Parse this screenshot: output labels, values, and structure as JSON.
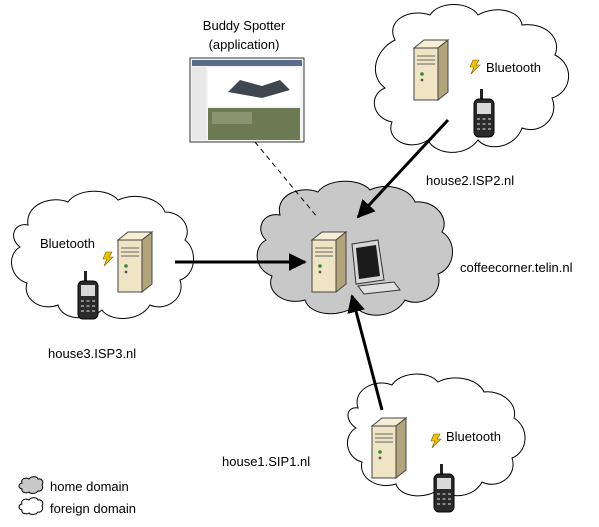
{
  "app": {
    "title": "Buddy Spotter",
    "subtitle": "(application)"
  },
  "nodes": {
    "center": {
      "label": "coffeecorner.telin.nl"
    },
    "house1": {
      "label": "house1.SIP1.nl",
      "radio": "Bluetooth"
    },
    "house2": {
      "label": "house2.ISP2.nl",
      "radio": "Bluetooth"
    },
    "house3": {
      "label": "house3.ISP3.nl",
      "radio": "Bluetooth"
    }
  },
  "legend": {
    "home": "home domain",
    "foreign": "foreign domain"
  },
  "colors": {
    "home_cloud": "#c8c8c8",
    "foreign_cloud": "#ffffff",
    "server_body": "#efe4c4",
    "server_side": "#b3a57a",
    "accent_bolt": "#f2c200"
  },
  "icons": [
    "server-icon",
    "workstation-icon",
    "mobile-phone-icon",
    "bluetooth-bolt-icon",
    "application-screenshot-icon"
  ]
}
